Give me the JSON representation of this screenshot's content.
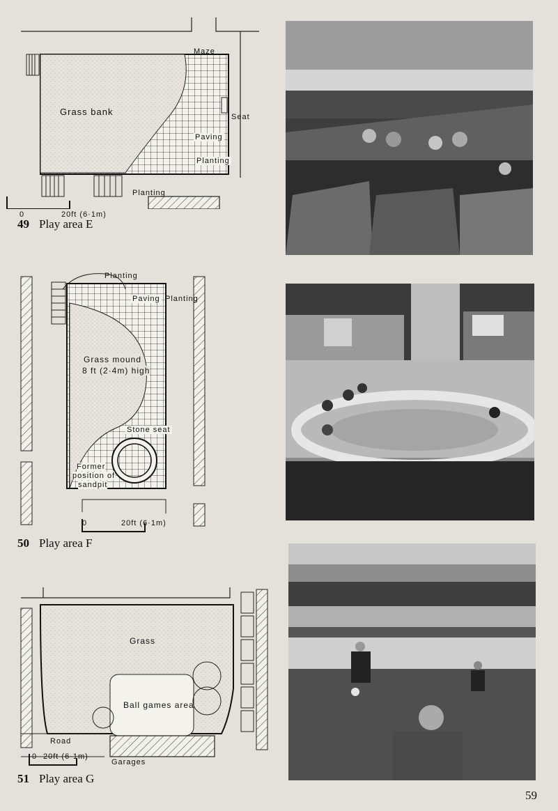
{
  "page_number": "59",
  "figures": [
    {
      "number": "49",
      "title": "Play area E",
      "labels": {
        "maze": "Maze",
        "seat": "Seat",
        "grass_bank": "Grass  bank",
        "paving": "Paving",
        "planting_inner": "Planting",
        "planting_lower": "Planting",
        "scale_zero": "0",
        "scale_text": "20ft (6·1m)"
      }
    },
    {
      "number": "50",
      "title": "Play area F",
      "labels": {
        "planting_top": "Planting",
        "paving": "Paving",
        "planting_right": "Planting",
        "grass_mound_1": "Grass  mound",
        "grass_mound_2": "8 ft (2·4m)  high",
        "stone_seat": "Stone  seat",
        "former_1": "Former",
        "former_2": "position  of",
        "former_3": "sandpit",
        "scale_zero": "0",
        "scale_text": "20ft (6·1m)"
      }
    },
    {
      "number": "51",
      "title": "Play area G",
      "labels": {
        "grass": "Grass",
        "ball_games": "Ball  games  area",
        "road": "Road",
        "garages": "Garages",
        "scale_zero": "0",
        "scale_text": "20ft (6·1m)"
      }
    }
  ],
  "photos": [
    {
      "name": "children-on-maze-walls-photo"
    },
    {
      "name": "children-on-circular-stone-seat-photo"
    },
    {
      "name": "boys-playing-football-photo"
    }
  ]
}
